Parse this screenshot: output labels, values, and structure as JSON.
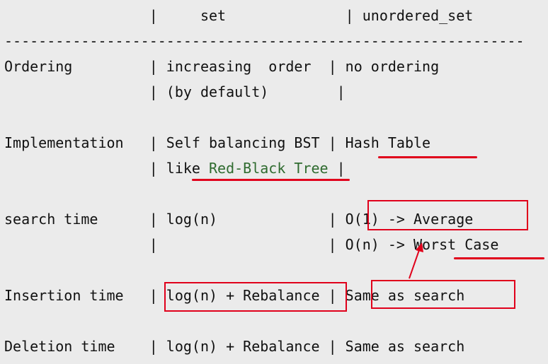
{
  "comparison": {
    "header": {
      "sep1": "|",
      "col_set": "set",
      "sep2": "|",
      "col_unordered": "unordered_set"
    },
    "divider": "-------------------------------------------------------------",
    "rows": [
      {
        "label": "Ordering",
        "set_lines": [
          "increasing  order",
          "(by default)"
        ],
        "unordered_lines": [
          "no ordering",
          ""
        ]
      },
      {
        "label": "Implementation",
        "set_lines": [
          "Self balancing BST",
          "like "
        ],
        "set_highlight": "Red-Black Tree",
        "unordered_lines": [
          "Hash Table",
          ""
        ]
      },
      {
        "label": "search time",
        "set_lines": [
          "log(n)",
          ""
        ],
        "unordered_lines": [
          "O(1) -> Average",
          "O(n) -> Worst Case"
        ]
      },
      {
        "label": "Insertion time",
        "set_lines": [
          "log(n) + Rebalance"
        ],
        "unordered_lines": [
          "Same as search"
        ]
      },
      {
        "label": "Deletion time",
        "set_lines": [
          "log(n) + Rebalance"
        ],
        "unordered_lines": [
          "Same as search"
        ]
      }
    ]
  },
  "annotations": {
    "color": "#e0001b"
  }
}
